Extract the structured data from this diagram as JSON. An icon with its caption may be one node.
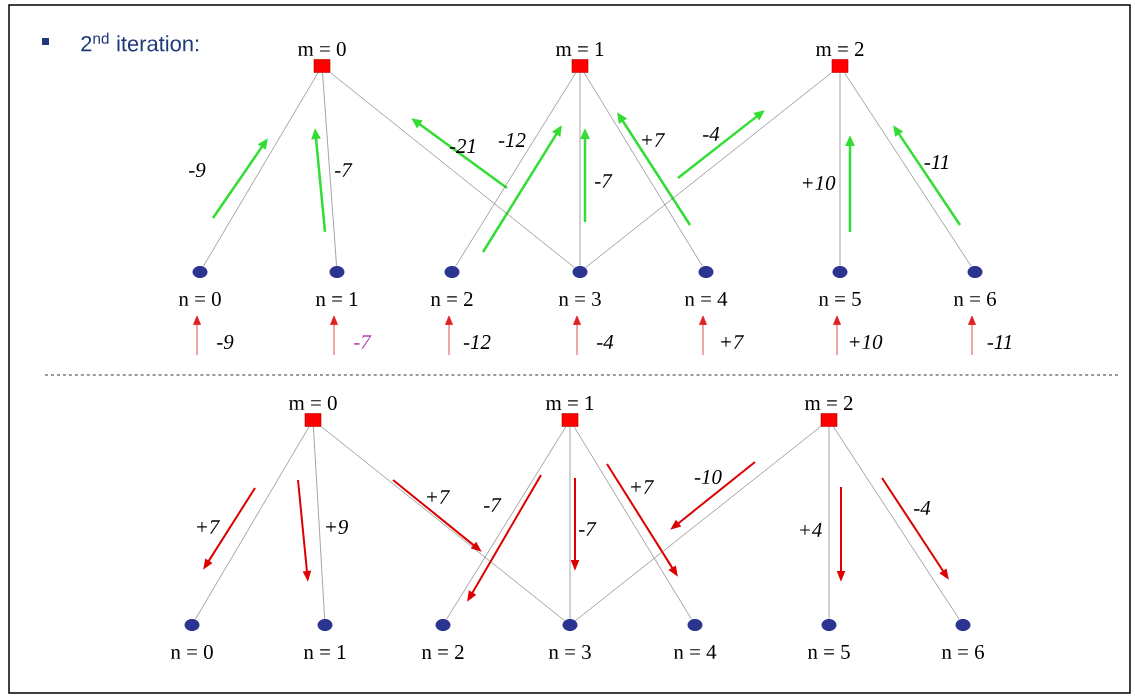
{
  "diagram": {
    "title": "2$^{nd}$ iteration:",
    "nodes": [
      {
        "text": [
          "m = 0"
        ]
      },
      {
        "text": [
          "m = 1"
        ]
      },
      {
        "text": [
          "m = 2"
        ]
      },
      {
        "text": [
          "n = 0"
        ]
      },
      {
        "text": [
          "n = 1"
        ]
      },
      {
        "text": [
          "n = 2"
        ]
      },
      {
        "text": [
          "n = 3"
        ]
      },
      {
        "text": [
          "n = 4"
        ]
      },
      {
        "text": [
          "n = 5"
        ]
      },
      {
        "text": [
          "n = 6"
        ]
      },
      {
        "text": [
          "m = 0"
        ]
      },
      {
        "text": [
          "m = 1"
        ]
      },
      {
        "text": [
          "m = 2"
        ]
      },
      {
        "text": [
          "n = 0"
        ]
      },
      {
        "text": [
          "n = 1"
        ]
      },
      {
        "text": [
          "n = 2"
        ]
      },
      {
        "text": [
          "n = 3"
        ]
      },
      {
        "text": [
          "n = 4"
        ]
      },
      {
        "text": [
          "n = 5"
        ]
      },
      {
        "text": [
          "n = 6"
        ]
      }
    ],
    "edges": [
      {
        "from": 0,
        "to": 3,
        "arrow": "none"
      },
      {
        "from": 0,
        "to": 4,
        "arrow": "none"
      },
      {
        "from": 0,
        "to": 6,
        "arrow": "none"
      },
      {
        "from": 1,
        "to": 5,
        "arrow": "none"
      },
      {
        "from": 1,
        "to": 6,
        "arrow": "none"
      },
      {
        "from": 1,
        "to": 7,
        "arrow": "none"
      },
      {
        "from": 2,
        "to": 6,
        "arrow": "none"
      },
      {
        "from": 2,
        "to": 8,
        "arrow": "none"
      },
      {
        "from": 2,
        "to": 9,
        "arrow": "none"
      },
      {
        "from": 10,
        "to": 13,
        "arrow": "none"
      },
      {
        "from": 10,
        "to": 14,
        "arrow": "none"
      },
      {
        "from": 10,
        "to": 16,
        "arrow": "none"
      },
      {
        "from": 11,
        "to": 15,
        "arrow": "none"
      },
      {
        "from": 11,
        "to": 16,
        "arrow": "none"
      },
      {
        "from": 11,
        "to": 17,
        "arrow": "none"
      },
      {
        "from": 12,
        "to": 16,
        "arrow": "none"
      },
      {
        "from": 12,
        "to": 18,
        "arrow": "none"
      },
      {
        "from": 12,
        "to": 19,
        "arrow": "none"
      }
    ],
    "labels": [
      "-9",
      "-7",
      "-21",
      "-12",
      "-7",
      "+7",
      "-4",
      "+10",
      "-11",
      "-9",
      "-7",
      "-12",
      "-4",
      "+7",
      "+10",
      "-11",
      "+7",
      "+9",
      "+7",
      "-7",
      "-7",
      "+7",
      "-10",
      "+4",
      "-4"
    ]
  }
}
